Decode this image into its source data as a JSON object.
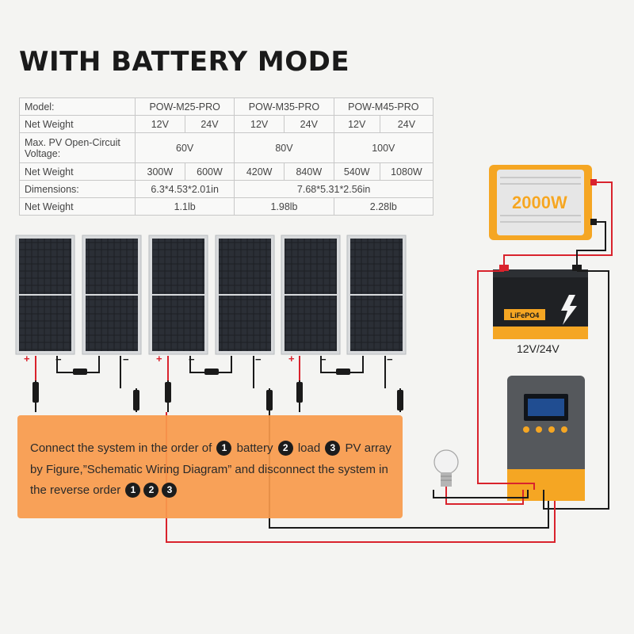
{
  "title": "WITH BATTERY MODE",
  "specs": {
    "row_model": {
      "label": "Model:",
      "c1": "POW-M25-PRO",
      "c2": "POW-M35-PRO",
      "c3": "POW-M45-PRO"
    },
    "row_voltage": {
      "label": "Net Weight",
      "v": [
        "12V",
        "24V",
        "12V",
        "24V",
        "12V",
        "24V"
      ]
    },
    "row_pv": {
      "label": "Max. PV Open-Circuit Voltage:",
      "c1": "60V",
      "c2": "80V",
      "c3": "100V"
    },
    "row_power": {
      "label": "Net Weight",
      "v": [
        "300W",
        "600W",
        "420W",
        "840W",
        "540W",
        "1080W"
      ]
    },
    "row_dim": {
      "label": "Dimensions:",
      "c1": "6.3*4.53*2.01in",
      "c2": "7.68*5.31*2.56in"
    },
    "row_weight": {
      "label": "Net Weight",
      "c1": "1.1lb",
      "c2": "1.98lb",
      "c3": "2.28lb"
    }
  },
  "inverter": {
    "label": "2000W"
  },
  "battery": {
    "brand": "LiFePO4",
    "voltage_label": "12V/24V"
  },
  "polarity": {
    "plus": "+",
    "minus": "−"
  },
  "note": {
    "part1": "Connect the system in the order of",
    "n1": "1",
    "part2": "battery",
    "n2": "2",
    "part3": "load",
    "n3": "3",
    "part4": "PV array by Figure,”Schematic Wiring Diagram” and disconnect the system in the reverse order"
  },
  "colors": {
    "accent": "#f79a4c",
    "wire_red": "#d9232d",
    "wire_black": "#1a1a1a",
    "controller_body": "#55585c",
    "controller_base": "#f5a623"
  }
}
